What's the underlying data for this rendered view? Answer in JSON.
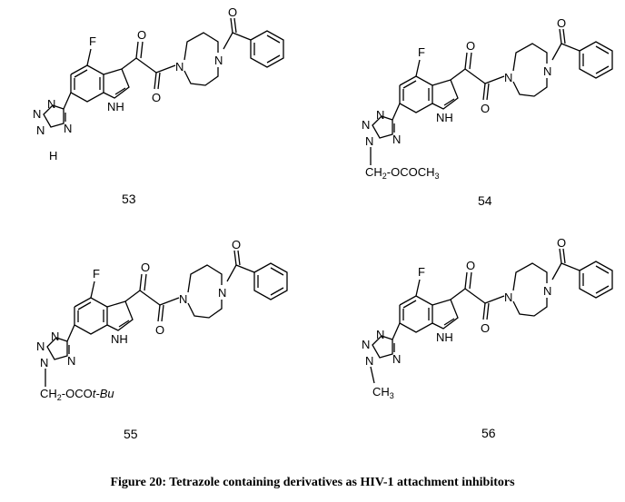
{
  "caption": "Figure 20: Tetrazole containing derivatives as HIV-1 attachment inhibitors",
  "compounds": [
    {
      "number": "53",
      "substituent": "H"
    },
    {
      "number": "54",
      "substituent": "CH2-OCOCH3"
    },
    {
      "number": "55",
      "substituent": "CH2-OCOt-Bu"
    },
    {
      "number": "56",
      "substituent": "CH3"
    }
  ],
  "atom_labels": {
    "F": "F",
    "O": "O",
    "N": "N",
    "NH": "NH",
    "H": "H",
    "CH": "CH",
    "two": "2",
    "ester54": "-OCOCH",
    "three": "3",
    "ester55": "-OCO",
    "tBu": "t-Bu"
  }
}
